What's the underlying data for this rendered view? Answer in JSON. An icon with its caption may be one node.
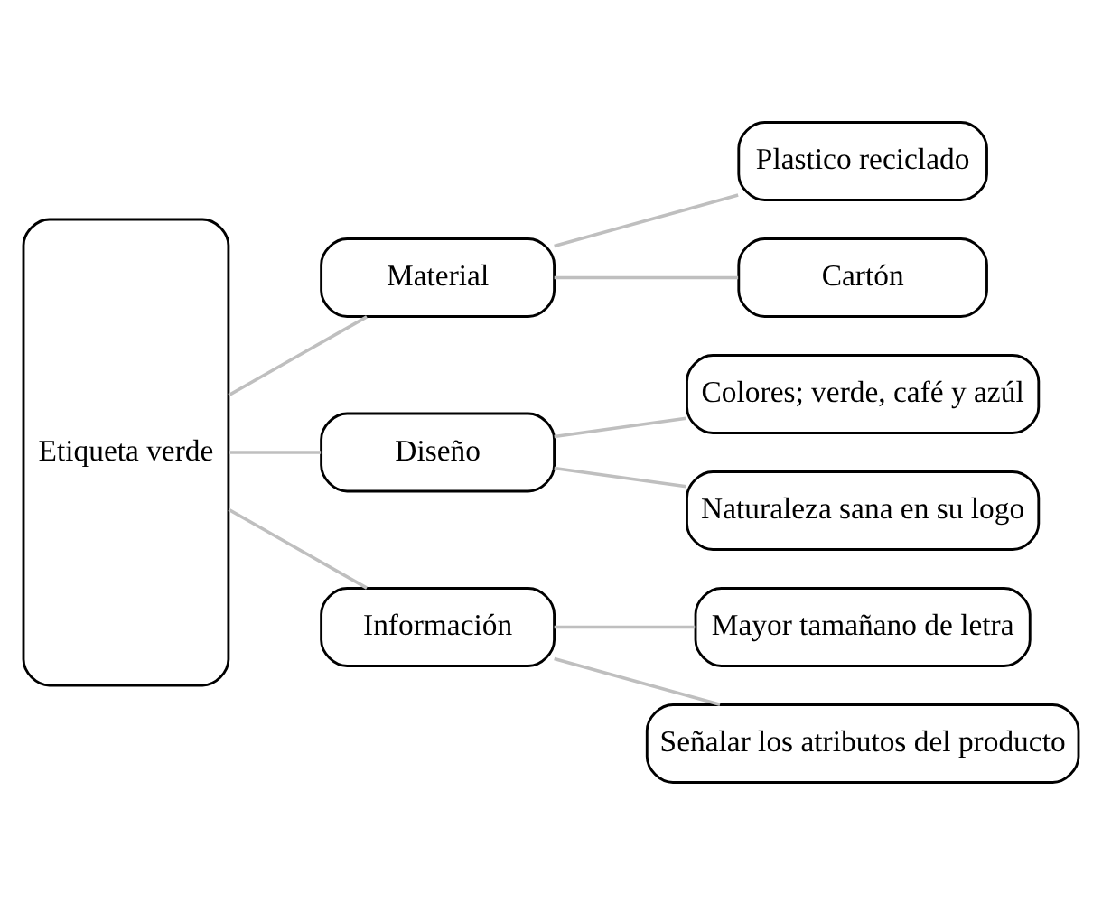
{
  "diagram": {
    "nodes": [
      {
        "text": [
          "Etiqueta verde"
        ]
      },
      {
        "text": [
          "Material"
        ]
      },
      {
        "text": [
          "Diseño"
        ]
      },
      {
        "text": [
          "Información"
        ]
      },
      {
        "text": [
          "Plastico reciclado"
        ]
      },
      {
        "text": [
          "Cartón"
        ]
      },
      {
        "text": [
          "Colores; verde, café y azúl"
        ]
      },
      {
        "text": [
          "Naturaleza sana en su logo"
        ]
      },
      {
        "text": [
          "Mayor tamañano de letra"
        ]
      },
      {
        "text": [
          "Señalar los atributos del producto"
        ]
      }
    ],
    "edges": [
      {
        "from": 0,
        "to": 1,
        "arrow": "none"
      },
      {
        "from": 0,
        "to": 2,
        "arrow": "none"
      },
      {
        "from": 0,
        "to": 3,
        "arrow": "none"
      },
      {
        "from": 1,
        "to": 4,
        "arrow": "none"
      },
      {
        "from": 1,
        "to": 5,
        "arrow": "none"
      },
      {
        "from": 2,
        "to": 6,
        "arrow": "none"
      },
      {
        "from": 2,
        "to": 7,
        "arrow": "none"
      },
      {
        "from": 3,
        "to": 8,
        "arrow": "none"
      },
      {
        "from": 3,
        "to": 9,
        "arrow": "none"
      }
    ]
  }
}
